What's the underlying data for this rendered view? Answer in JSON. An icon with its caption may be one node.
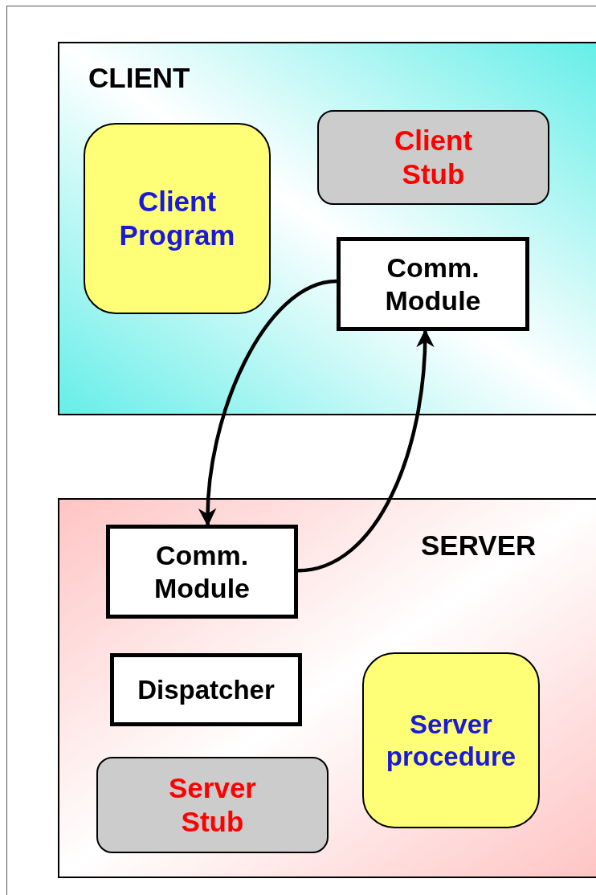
{
  "diagram": {
    "nodes": [
      {
        "text": [
          "CLIENT"
        ]
      },
      {
        "text": [
          "Client Program"
        ],
        "in": 0
      },
      {
        "text": [
          "Client Stub"
        ],
        "in": 0
      },
      {
        "text": [
          "Comm. Module"
        ],
        "in": 0
      },
      {
        "text": [
          "SERVER"
        ]
      },
      {
        "text": [
          "Comm. Module"
        ],
        "in": 4
      },
      {
        "text": [
          "Dispatcher"
        ],
        "in": 4
      },
      {
        "text": [
          "Server procedure"
        ],
        "in": 4
      },
      {
        "text": [
          "Server Stub"
        ],
        "in": 4
      }
    ],
    "edges": [
      {
        "from": 3,
        "to": 5,
        "arrow": "to"
      },
      {
        "from": 5,
        "to": 3,
        "arrow": "to"
      }
    ]
  }
}
